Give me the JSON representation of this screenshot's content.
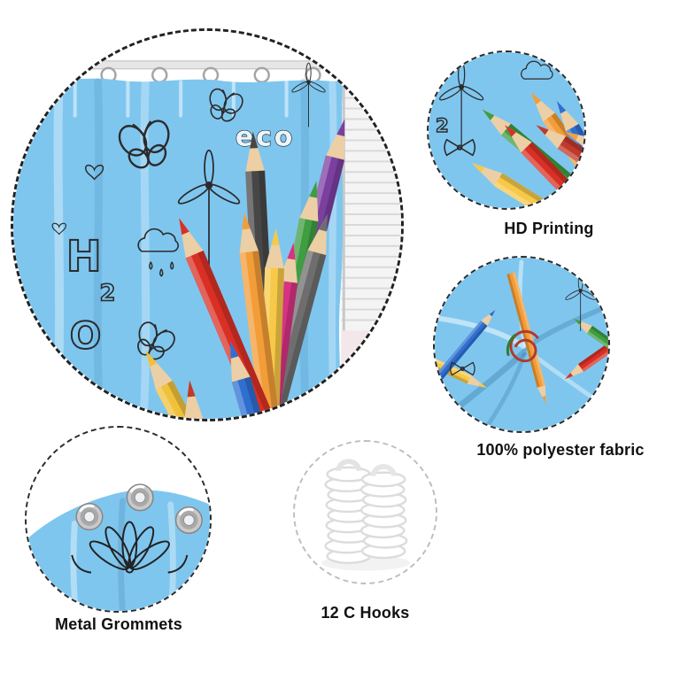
{
  "page": {
    "background": "#ffffff"
  },
  "colors": {
    "curtain_blue": "#7fc6ef",
    "doodle_ink": "#2b2b2b",
    "pencil_wood": "#eccfa4",
    "dashed_border": "#222222",
    "hooks_border": "#bdbdbd",
    "label_text": "#111111"
  },
  "callouts": {
    "hd_printing": {
      "label": "HD Printing"
    },
    "polyester": {
      "label": "100% polyester fabric"
    },
    "grommets": {
      "label": "Metal Grommets"
    },
    "hooks": {
      "label": "12 C Hooks"
    }
  },
  "curtain_print_text": {
    "eco": "eco",
    "h": "H",
    "sub2": "2",
    "o": "O",
    "hd_two": "2"
  },
  "pencil_colors": {
    "main": [
      "#d93025",
      "#f29d38",
      "#f7c948",
      "#d63384",
      "#7b3fa0",
      "#3f9d42",
      "#474747",
      "#2f6fd0",
      "#f0c23c",
      "#c0392b",
      "#6e6e6e"
    ],
    "hd": [
      "#f7c948",
      "#3f9d42",
      "#d93025",
      "#f29d38",
      "#2f6fd0",
      "#c0392b",
      "#f2a33c"
    ],
    "fabric": [
      "#f7c948",
      "#d93025",
      "#3f9d42",
      "#2f6fd0",
      "#f29d38"
    ]
  }
}
